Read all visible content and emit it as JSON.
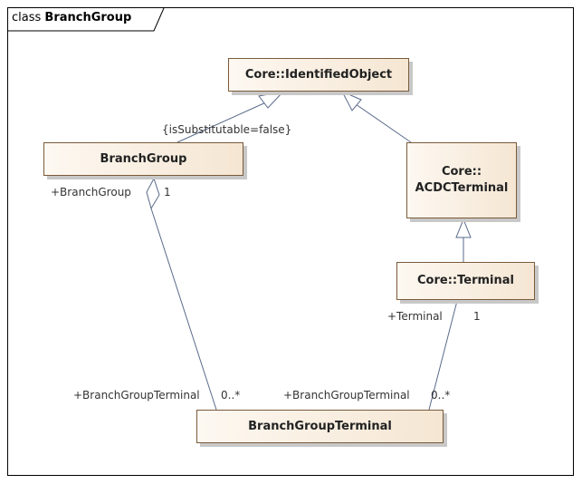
{
  "frame": {
    "keyword": "class",
    "name": "BranchGroup"
  },
  "classes": {
    "identified_object": "Core::IdentifiedObject",
    "branch_group": "BranchGroup",
    "acdc_terminal_line1": "Core::",
    "acdc_terminal_line2": "ACDCTerminal",
    "terminal": "Core::Terminal",
    "branch_group_terminal": "BranchGroupTerminal"
  },
  "labels": {
    "constraint": "{isSubstitutable=false}",
    "role_branch_group": "+BranchGroup",
    "mult_branch_group": "1",
    "role_bgt_left": "+BranchGroupTerminal",
    "mult_bgt_left": "0..*",
    "role_terminal": "+Terminal",
    "mult_terminal": "1",
    "role_bgt_right": "+BranchGroupTerminal",
    "mult_bgt_right": "0..*"
  },
  "colors": {
    "line": "#5a6a8a",
    "border": "#7a5a3a",
    "fill_light": "#fdf8f1",
    "fill_dark": "#f5e6d3"
  }
}
